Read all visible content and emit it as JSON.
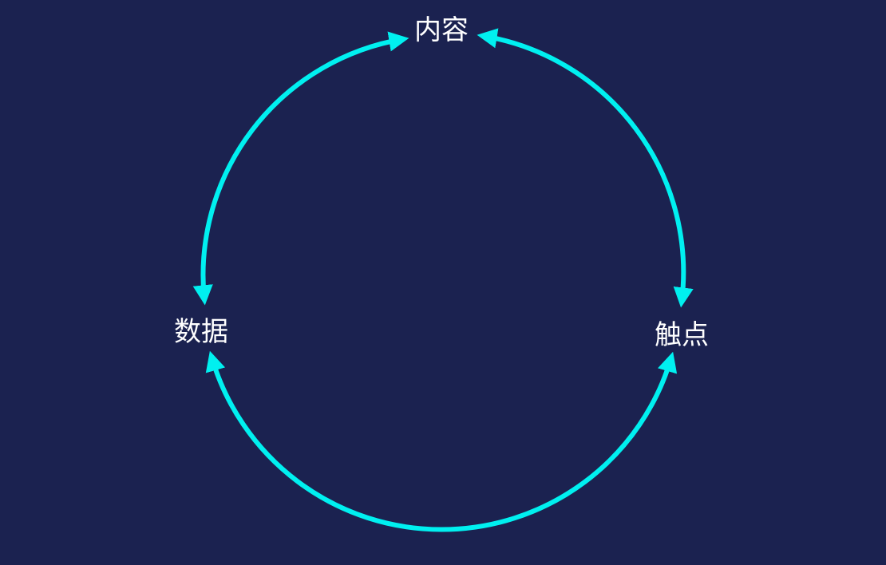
{
  "diagram": {
    "nodes": {
      "top": "内容",
      "left": "数据",
      "right": "触点"
    },
    "connections": [
      {
        "from": "内容",
        "to": "数据"
      },
      {
        "from": "数据",
        "to": "内容"
      },
      {
        "from": "内容",
        "to": "触点"
      },
      {
        "from": "触点",
        "to": "内容"
      },
      {
        "from": "数据",
        "to": "触点"
      },
      {
        "from": "触点",
        "to": "数据"
      }
    ],
    "colors": {
      "background": "#1b2250",
      "arrow": "#00f0f0",
      "text": "#ffffff"
    }
  }
}
